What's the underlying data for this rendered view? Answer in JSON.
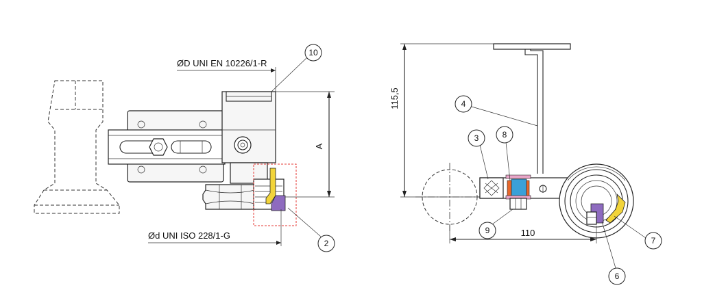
{
  "labels": {
    "od_dim": "ØD UNI EN 10226/1-R",
    "id_dim": "Ød UNI ISO 228/1-G",
    "dim_a": "A",
    "dim_height": "115,5",
    "dim_width": "110"
  },
  "callouts": [
    {
      "id": "10",
      "text": "10"
    },
    {
      "id": "2",
      "text": "2"
    },
    {
      "id": "4",
      "text": "4"
    },
    {
      "id": "3",
      "text": "3"
    },
    {
      "id": "8",
      "text": "8"
    },
    {
      "id": "9",
      "text": "9"
    },
    {
      "id": "7",
      "text": "7"
    },
    {
      "id": "6",
      "text": "6"
    }
  ],
  "colors": {
    "seal_purple": "#8e6bbf",
    "gasket_yellow": "#f2d43a",
    "washer_orange": "#e8672a",
    "bushing_blue": "#3aa0d8",
    "spacer_pink": "#e9a6c8",
    "highlight_red": "#e53935"
  }
}
